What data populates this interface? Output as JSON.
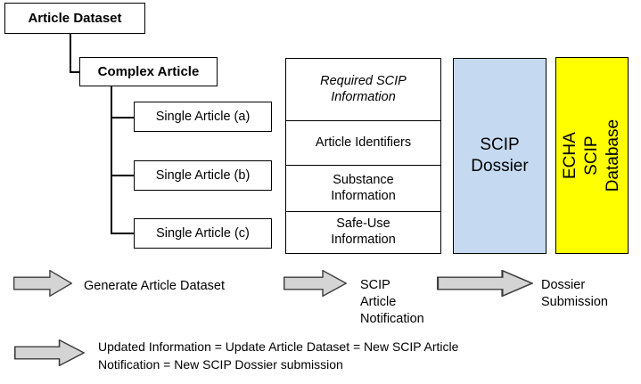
{
  "tree": {
    "root": {
      "label": "Article Dataset"
    },
    "complex": {
      "label": "Complex Article"
    },
    "leaves": [
      {
        "label": "Single Article (a)"
      },
      {
        "label": "Single Article (b)"
      },
      {
        "label": "Single Article (c)"
      }
    ]
  },
  "scip_table": {
    "header": "Required SCIP\nInformation",
    "rows": [
      {
        "label": "Article Identifiers"
      },
      {
        "label": "Substance\nInformation"
      },
      {
        "label": "Safe-Use\nInformation"
      }
    ]
  },
  "dossier": {
    "label": "SCIP\nDossier",
    "color": "#c5daf1"
  },
  "database": {
    "label": "ECHA SCIP\nDatabase",
    "color": "#ffff00"
  },
  "flow": {
    "arrow_fill": "#d4d4d4",
    "arrow_stroke": "#3c3c3c",
    "steps": [
      {
        "caption": "Generate Article Dataset"
      },
      {
        "caption": "SCIP\nArticle\nNotification"
      },
      {
        "caption": "Dossier\nSubmission"
      }
    ],
    "footnote": {
      "caption": "Updated Information = Update Article Dataset = New SCIP Article\nNotification = New SCIP Dossier submission"
    }
  }
}
